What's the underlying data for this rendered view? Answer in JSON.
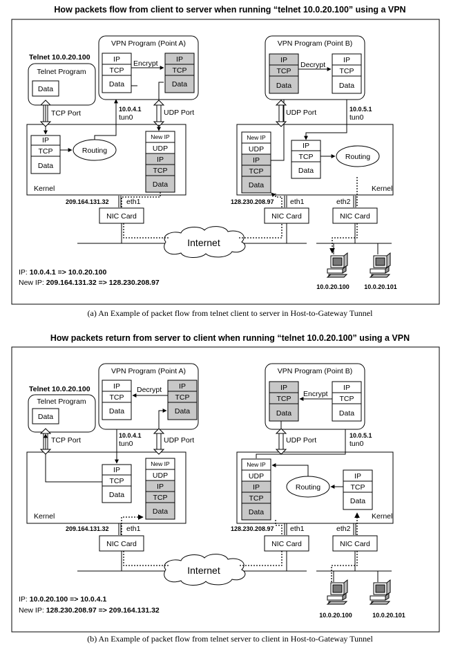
{
  "panel_a": {
    "title": "How packets flow from client to server when running “telnet 10.0.20.100” using a VPN",
    "caption": "(a) An Example of packet flow from telnet client to server in Host-to-Gateway Tunnel",
    "vpn_a": "VPN Program (Point A)",
    "vpn_b": "VPN Program (Point B)",
    "telnet_cmd": "Telnet 10.0.20.100",
    "telnet_program": "Telnet Program",
    "data": "Data",
    "ip": "IP",
    "tcp": "TCP",
    "udp": "UDP",
    "new_ip": "New IP",
    "encrypt": "Encrypt",
    "decrypt": "Decrypt",
    "tcp_port": "TCP Port",
    "udp_port": "UDP Port",
    "routing": "Routing",
    "kernel": "Kernel",
    "tun_ip_a": "10.0.4.1",
    "tun0": "tun0",
    "tun_ip_b": "10.0.5.1",
    "eth1": "eth1",
    "eth2": "eth2",
    "ip_a": "209.164.131.32",
    "ip_b": "128.230.208.97",
    "nic": "NIC Card",
    "internet": "Internet",
    "host1": "10.0.20.100",
    "host2": "10.0.20.101",
    "ip_line_label": "IP:",
    "ip_line_value": "10.0.4.1 => 10.0.20.100",
    "newip_line_label": "New IP:",
    "newip_line_value": "209.164.131.32 => 128.230.208.97"
  },
  "panel_b": {
    "title": "How packets return from server to client when running “telnet 10.0.20.100” using a VPN",
    "caption": "(b) An Example of packet flow from telnet server to client in Host-to-Gateway Tunnel",
    "vpn_a": "VPN Program (Point A)",
    "vpn_b": "VPN Program (Point B)",
    "telnet_cmd": "Telnet 10.0.20.100",
    "telnet_program": "Telnet Program",
    "data": "Data",
    "ip": "IP",
    "tcp": "TCP",
    "udp": "UDP",
    "new_ip": "New IP",
    "encrypt": "Encrypt",
    "decrypt": "Decrypt",
    "tcp_port": "TCP Port",
    "udp_port": "UDP Port",
    "routing": "Routing",
    "kernel": "Kernel",
    "tun_ip_a": "10.0.4.1",
    "tun0": "tun0",
    "tun_ip_b": "10.0.5.1",
    "eth1": "eth1",
    "eth2": "eth2",
    "ip_a": "209.164.131.32",
    "ip_b": "128.230.208.97",
    "nic": "NIC Card",
    "internet": "Internet",
    "host1": "10.0.20.100",
    "host2": "10.0.20.101",
    "ip_line_label": "IP:",
    "ip_line_value": "10.0.20.100 => 10.0.4.1",
    "newip_line_label": "New IP:",
    "newip_line_value": "128.230.208.97 => 209.164.131.32"
  }
}
